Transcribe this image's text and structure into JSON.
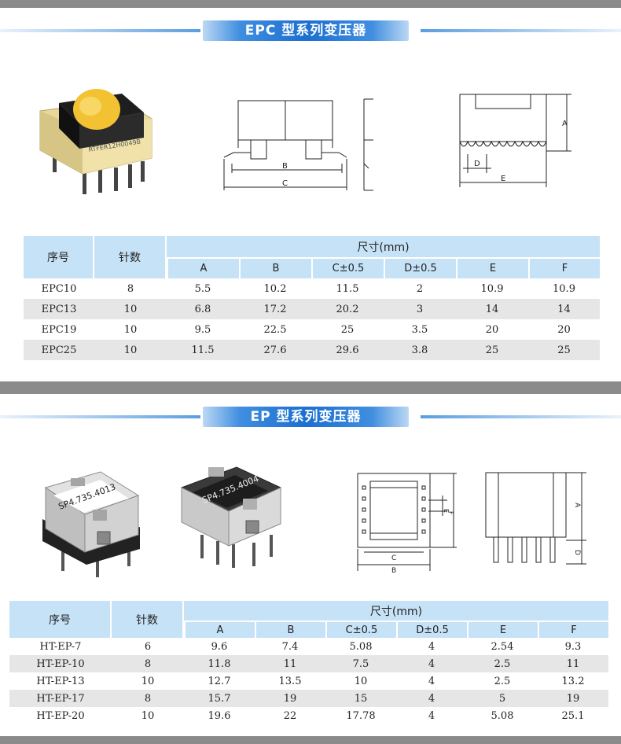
{
  "epc": {
    "title": "EPC 型系列变压器",
    "product_label": "RTFER12H0049B",
    "dims": {
      "a": "A",
      "b": "B",
      "c": "C",
      "d": "D",
      "e": "E"
    },
    "table": {
      "col_no": "序号",
      "col_pins": "针数",
      "col_size": "尺寸(mm)",
      "sub_headers": [
        "A",
        "B",
        "C±0.5",
        "D±0.5",
        "E",
        "F"
      ],
      "rows": [
        [
          "EPC10",
          "8",
          "5.5",
          "10.2",
          "11.5",
          "2",
          "10.9",
          "10.9"
        ],
        [
          "EPC13",
          "10",
          "6.8",
          "17.2",
          "20.2",
          "3",
          "14",
          "14"
        ],
        [
          "EPC19",
          "10",
          "9.5",
          "22.5",
          "25",
          "3.5",
          "20",
          "20"
        ],
        [
          "EPC25",
          "10",
          "11.5",
          "27.6",
          "29.6",
          "3.8",
          "25",
          "25"
        ]
      ]
    }
  },
  "ep": {
    "title": "EP 型系列变压器",
    "product_label_1": "SP4.735.4013",
    "product_label_2": "SP4.735.4004",
    "dims": {
      "a": "A",
      "b": "B",
      "c": "C",
      "d": "D",
      "e": "E",
      "f": "F"
    },
    "table": {
      "col_no": "序号",
      "col_pins": "针数",
      "col_size": "尺寸(mm)",
      "sub_headers": [
        "A",
        "B",
        "C±0.5",
        "D±0.5",
        "E",
        "F"
      ],
      "rows": [
        [
          "HT-EP-7",
          "6",
          "9.6",
          "7.4",
          "5.08",
          "4",
          "2.54",
          "9.3"
        ],
        [
          "HT-EP-10",
          "8",
          "11.8",
          "11",
          "7.5",
          "4",
          "2.5",
          "11"
        ],
        [
          "HT-EP-13",
          "10",
          "12.7",
          "13.5",
          "10",
          "4",
          "2.5",
          "13.2"
        ],
        [
          "HT-EP-17",
          "8",
          "15.7",
          "19",
          "15",
          "4",
          "5",
          "19"
        ],
        [
          "HT-EP-20",
          "10",
          "19.6",
          "22",
          "17.78",
          "4",
          "5.08",
          "25.1"
        ]
      ]
    }
  },
  "colors": {
    "header_bg": "#c6e2f7",
    "alt_row": "#e6e6e6",
    "title_blue": "#1d6fd0",
    "divider": "#8b8b8b"
  }
}
